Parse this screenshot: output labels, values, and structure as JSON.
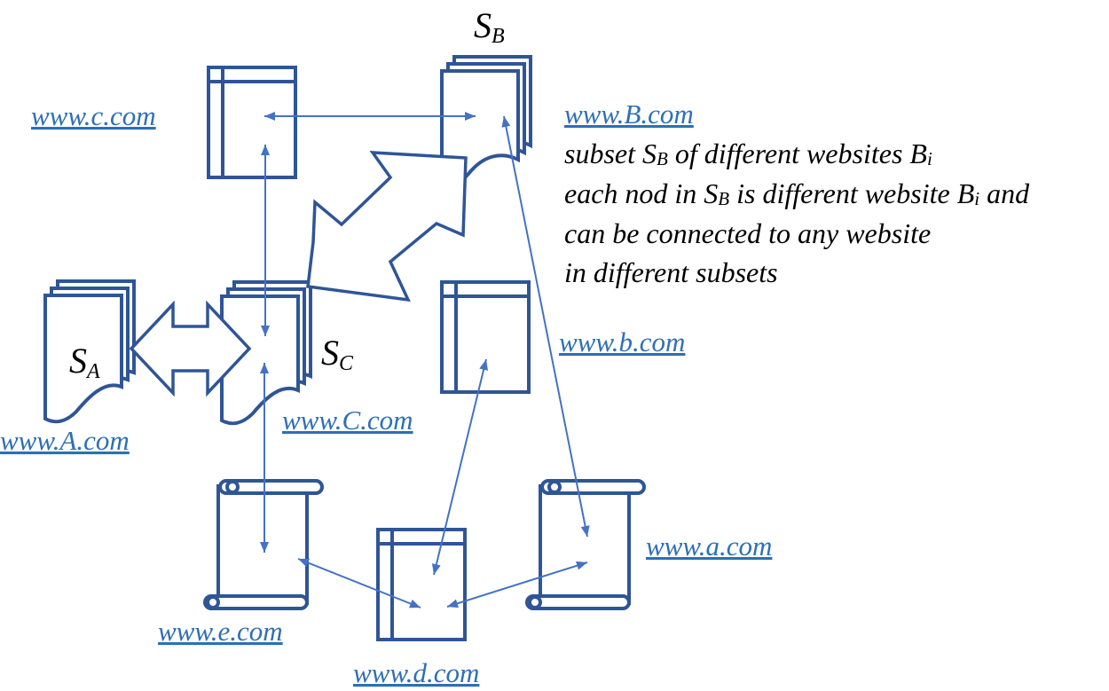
{
  "colors": {
    "stroke": "#2f5597",
    "edge": "#4472c4",
    "link": "#2e6fb5",
    "text": "#000000"
  },
  "sites": {
    "c_lower": "www.c.com",
    "B_upper": "www.B.com",
    "A_upper": "www.A.com",
    "C_upper": "www.C.com",
    "b_lower": "www.b.com",
    "e_lower": "www.e.com",
    "d_lower": "www.d.com",
    "a_lower": "www.a.com"
  },
  "subsets": {
    "A": {
      "main": "S",
      "sub": "A"
    },
    "B": {
      "main": "S",
      "sub": "B"
    },
    "C": {
      "main": "S",
      "sub": "C"
    }
  },
  "note": {
    "line1": {
      "a": "subset S",
      "sub": "B",
      "b": " of different websites B",
      "sub2": "i"
    },
    "line2": {
      "a": "each nod in S",
      "sub": "B",
      "b": " is different website B",
      "sub2": "i",
      "c": " and"
    },
    "line3": "can be connected to any website",
    "line4": "in different subsets"
  }
}
